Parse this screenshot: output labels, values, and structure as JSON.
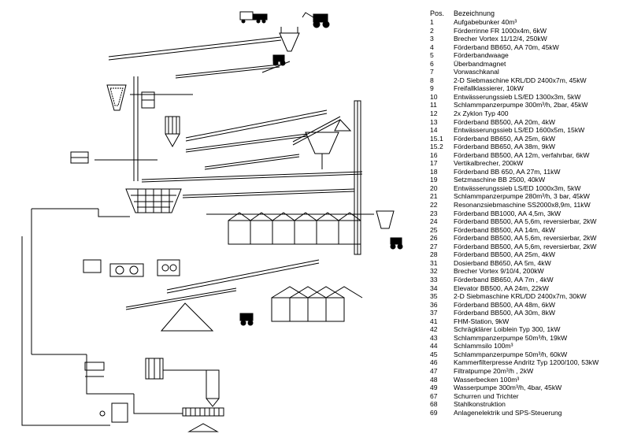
{
  "legend": {
    "header_pos": "Pos.",
    "header_desc": "Bezeichnung",
    "items": [
      {
        "pos": "1",
        "text": "Aufgabebunker 40m³"
      },
      {
        "pos": "2",
        "text": "Förderrinne FR 1000x4m, 6kW"
      },
      {
        "pos": "3",
        "text": "Brecher Vortex 11/12/4, 250kW"
      },
      {
        "pos": "4",
        "text": "Förderband BB650, AA 70m, 45kW"
      },
      {
        "pos": "5",
        "text": "Förderbandwaage"
      },
      {
        "pos": "6",
        "text": "Überbandmagnet"
      },
      {
        "pos": "7",
        "text": "Vorwaschkanal"
      },
      {
        "pos": "8",
        "text": "2-D Siebmaschine KRL/DD 2400x7m, 45kW"
      },
      {
        "pos": "9",
        "text": "Freifallklassierer, 10kW"
      },
      {
        "pos": "10",
        "text": "Entwässerungssieb LS/ED 1300x3m, 5kW"
      },
      {
        "pos": "11",
        "text": "Schlammpanzerpumpe 300m³/h, 2bar, 45kW"
      },
      {
        "pos": "12",
        "text": "2x Zyklon Typ 400"
      },
      {
        "pos": "13",
        "text": "Förderband BB500, AA 20m, 4kW"
      },
      {
        "pos": "14",
        "text": "Entwässerungssieb LS/ED 1600x5m, 15kW"
      },
      {
        "pos": "15.1",
        "text": "Förderband BB650, AA 25m, 6kW"
      },
      {
        "pos": "15.2",
        "text": "Förderband BB650, AA 38m, 9kW"
      },
      {
        "pos": "16",
        "text": "Förderband BB500, AA 12m, verfahrbar, 6kW"
      },
      {
        "pos": "17",
        "text": "Vertikalbrecher, 200kW"
      },
      {
        "pos": "18",
        "text": "Förderband BB 650, AA 27m, 11kW"
      },
      {
        "pos": "19",
        "text": "Setzmaschine BB 2500, 40kW"
      },
      {
        "pos": "20",
        "text": "Entwässerungssieb LS/ED 1000x3m, 5kW"
      },
      {
        "pos": "21",
        "text": "Schlammpanzerpumpe 280m³/h, 3 bar, 45kW"
      },
      {
        "pos": "22",
        "text": "Resonanzsiebmaschine SS2000x8,9m, 11kW"
      },
      {
        "pos": "23",
        "text": "Förderband BB1000, AA 4,5m, 3kW"
      },
      {
        "pos": "24",
        "text": "Förderband BB500, AA 5,6m, reversierbar, 2kW"
      },
      {
        "pos": "25",
        "text": "Förderband BB500, AA 14m, 4kW"
      },
      {
        "pos": "26",
        "text": "Förderband BB500, AA 5,6m, reversierbar, 2kW"
      },
      {
        "pos": "27",
        "text": "Förderband BB500, AA 5,6m, reversierbar, 2kW"
      },
      {
        "pos": "28",
        "text": "Förderband BB500, AA 25m, 4kW"
      },
      {
        "pos": "31",
        "text": "Dosierband BB650, AA 5m, 4kW"
      },
      {
        "pos": "32",
        "text": "Brecher Vortex 9/10/4, 200kW"
      },
      {
        "pos": "33",
        "text": "Förderband BB650, AA 7m        , 4kW"
      },
      {
        "pos": "34",
        "text": "Elevator BB500, AA 24m, 22kW"
      },
      {
        "pos": "35",
        "text": "2-D Siebmaschine KRL/DD 2400x7m, 30kW"
      },
      {
        "pos": "36",
        "text": "Förderband BB500, AA 48m, 6kW"
      },
      {
        "pos": "37",
        "text": "Förderband BB500, AA 30m, 8kW"
      },
      {
        "pos": "41",
        "text": "FHM-Station, 9kW"
      },
      {
        "pos": "42",
        "text": "Schrägklärer Loiblein Typ 300, 1kW"
      },
      {
        "pos": "43",
        "text": "Schlammpanzerpumpe 50m³/h, 19kW"
      },
      {
        "pos": "44",
        "text": "Schlammsilo 100m³"
      },
      {
        "pos": "45",
        "text": "Schlammpanzerpumpe 50m³/h, 60kW"
      },
      {
        "pos": "46",
        "text": "Kammerfilterpresse Andritz Typ 1200/100, 53kW"
      },
      {
        "pos": "47",
        "text": "Filtratpumpe 20m³/h        , 2kW"
      },
      {
        "pos": "48",
        "text": "Wasserbecken 100m³"
      },
      {
        "pos": "49",
        "text": "Wasserpumpe 300m³/h, 4bar, 45kW"
      },
      {
        "pos": "67",
        "text": "Schurren und Trichter"
      },
      {
        "pos": "68",
        "text": "Stahlkonstruktion"
      },
      {
        "pos": "69",
        "text": "Anlagenelektrik und SPS-Steuerung"
      }
    ]
  }
}
